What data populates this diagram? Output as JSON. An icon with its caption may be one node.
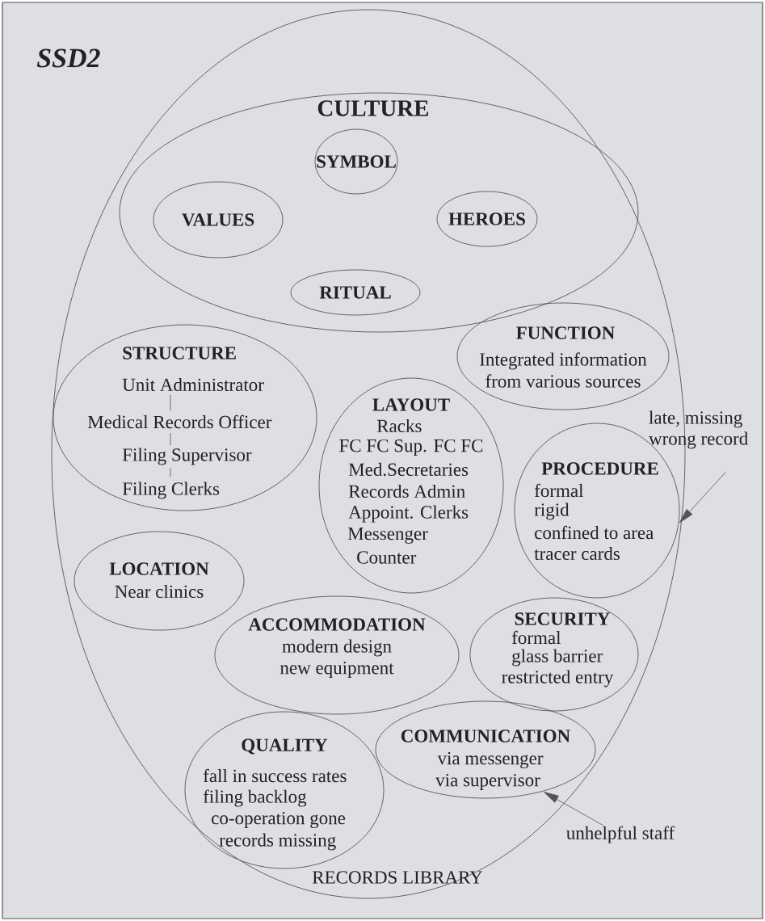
{
  "diagram": {
    "title": "SSD2",
    "nodes": [
      {
        "text": [
          "RECORDS LIBRARY"
        ]
      },
      {
        "text": [
          "CULTURE"
        ],
        "in": 0
      },
      {
        "text": [
          "SYMBOL"
        ],
        "in": 1
      },
      {
        "text": [
          "VALUES"
        ],
        "in": 1
      },
      {
        "text": [
          "HEROES"
        ],
        "in": 1
      },
      {
        "text": [
          "RITUAL"
        ],
        "in": 1
      },
      {
        "text": [
          "STRUCTURE",
          "Unit Administrator",
          "Medical Records Officer",
          "Filing Supervisor",
          "Filing Clerks"
        ],
        "in": 0
      },
      {
        "text": [
          "FUNCTION",
          "Integrated information from various sources"
        ],
        "in": 0
      },
      {
        "text": [
          "LAYOUT",
          "Racks",
          "FC FC Sup. FC FC",
          "Med.Secretaries",
          "Records Admin",
          "Appoint. Clerks",
          "Messenger",
          "Counter"
        ],
        "in": 0
      },
      {
        "text": [
          "PROCEDURE",
          "formal",
          "rigid",
          "confined to area",
          "tracer cards"
        ],
        "in": 0
      },
      {
        "text": [
          "LOCATION",
          "Near clinics"
        ],
        "in": 0
      },
      {
        "text": [
          "ACCOMMODATION",
          "modern design",
          "new equipment"
        ],
        "in": 0
      },
      {
        "text": [
          "SECURITY",
          "formal",
          "glass barrier",
          "restricted entry"
        ],
        "in": 0
      },
      {
        "text": [
          "QUALITY",
          "fall in success rates",
          "filing backlog",
          "co-operation gone",
          "records missing"
        ],
        "in": 0
      },
      {
        "text": [
          "COMMUNICATION",
          "via messenger",
          "via supervisor"
        ],
        "in": 0
      },
      {
        "text": [
          "late, missing wrong record"
        ]
      },
      {
        "text": [
          "unhelpful staff"
        ]
      }
    ],
    "edges": [
      {
        "from": 15,
        "to": 9,
        "arrow": "to"
      },
      {
        "from": 16,
        "to": 14,
        "arrow": "to"
      }
    ]
  }
}
